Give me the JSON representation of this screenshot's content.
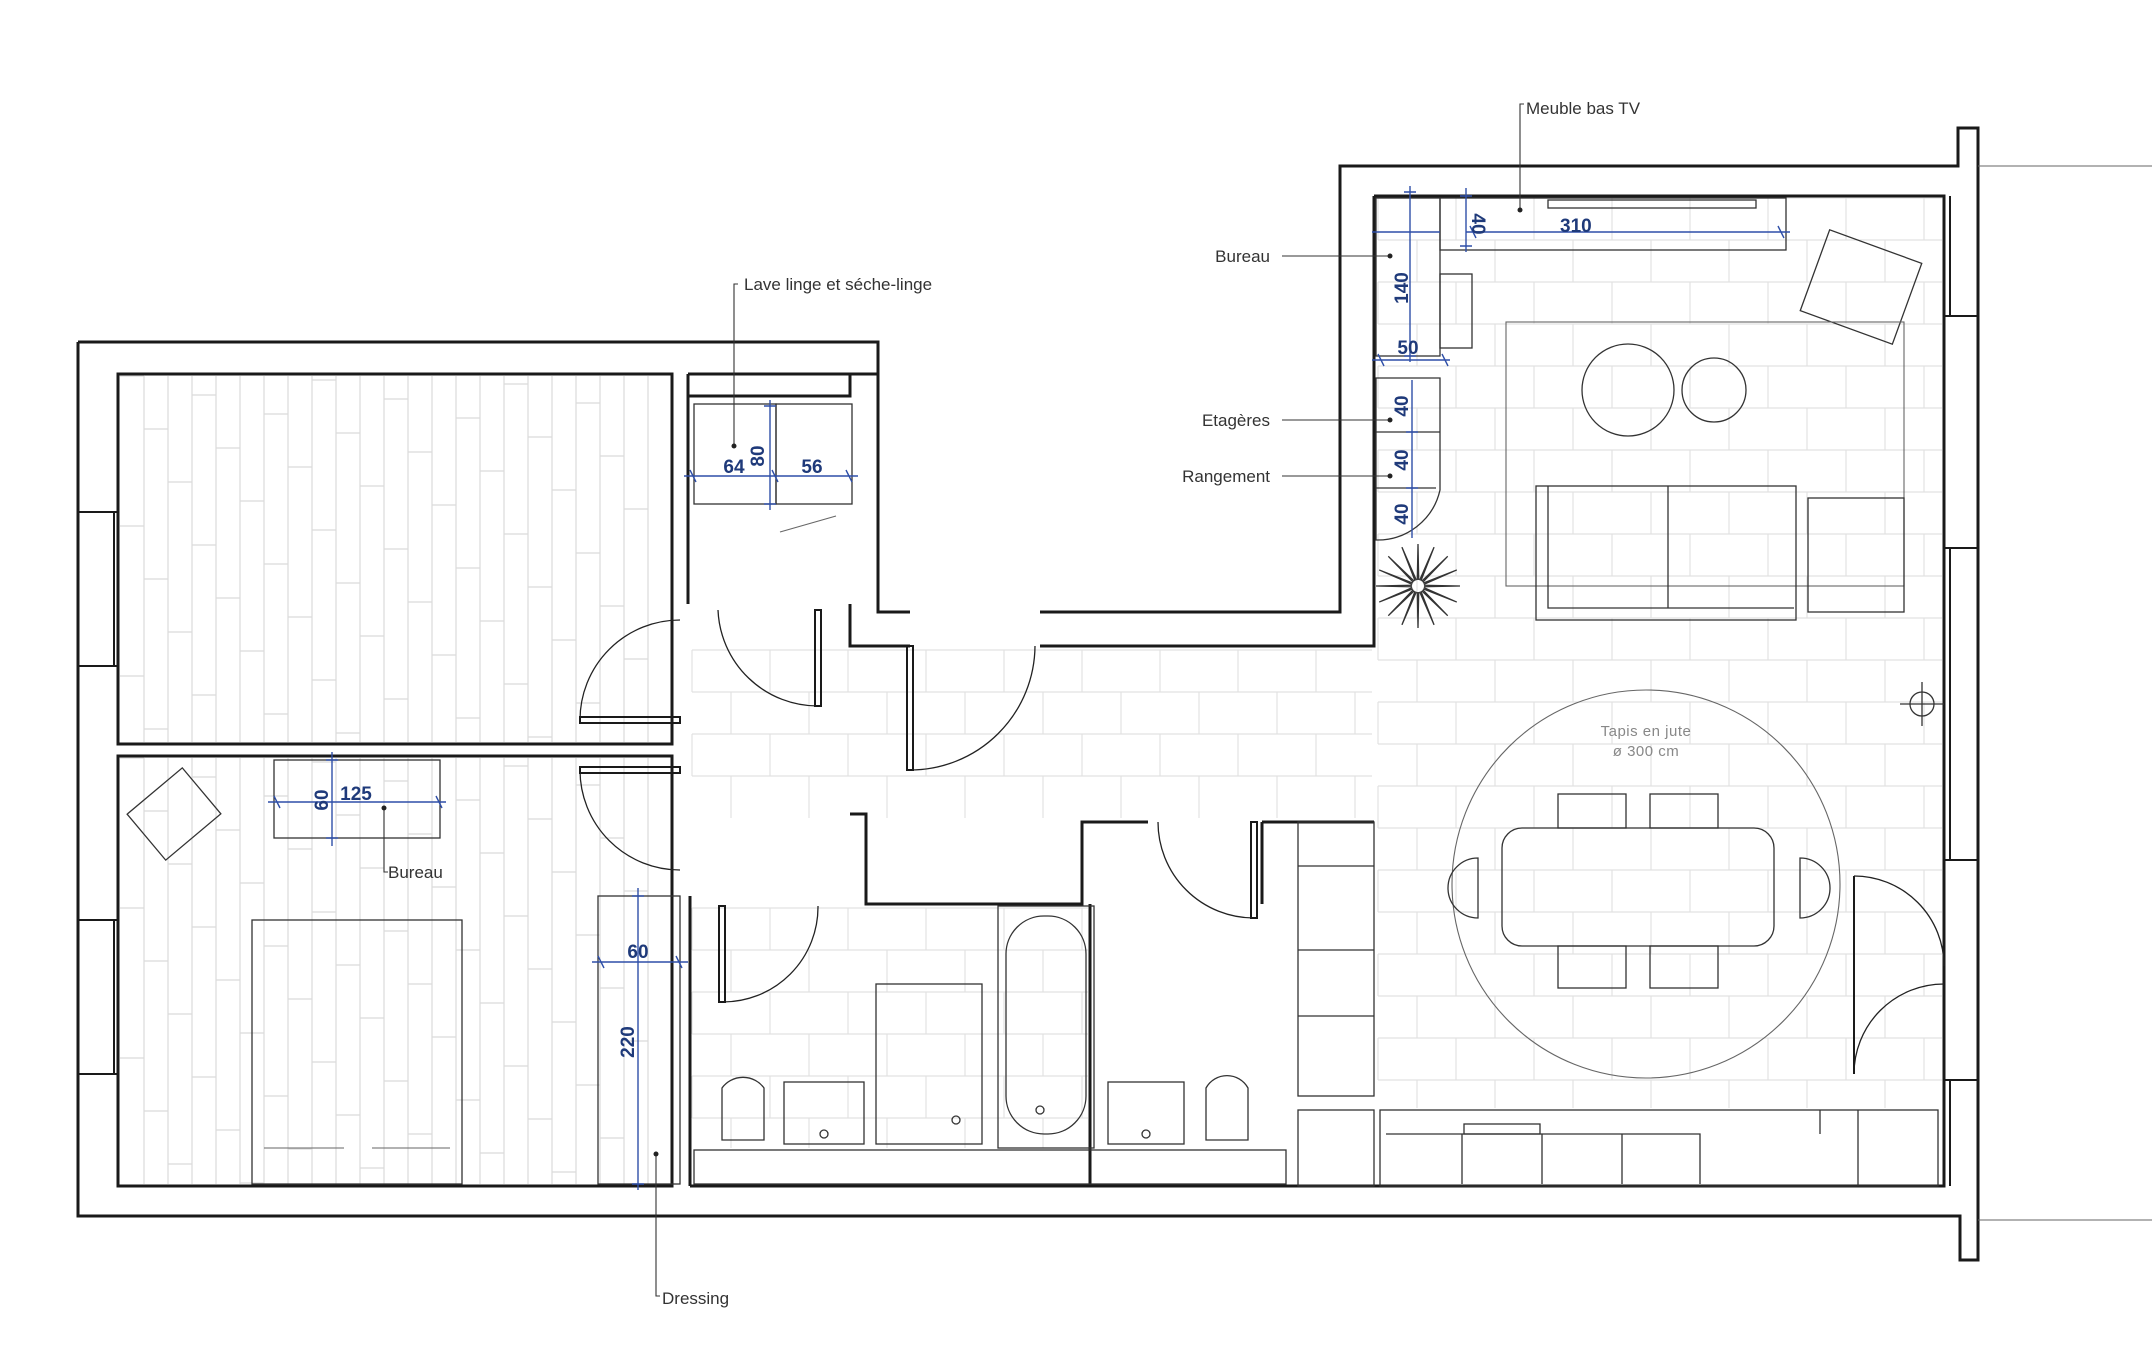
{
  "labels": {
    "meuble_tv": "Meuble bas TV",
    "bureau_living": "Bureau",
    "lave_linge": "Lave linge et séche-linge",
    "etageres": "Etagères",
    "rangement": "Rangement",
    "bureau_chambre": "Bureau",
    "dressing": "Dressing",
    "tapis_line1": "Tapis en jute",
    "tapis_line2": "ø 300 cm"
  },
  "dimensions": {
    "tv_depth": "40",
    "tv_length": "310",
    "desk_length": "140",
    "desk_depth": "50",
    "shelf_1": "40",
    "shelf_2": "40",
    "shelf_3": "40",
    "washer_width": "64",
    "washer_depth": "80",
    "dryer_width": "56",
    "bedroom_desk_depth": "60",
    "bedroom_desk_length": "125",
    "dressing_depth": "60",
    "dressing_length": "220"
  },
  "colors": {
    "dimension": "#2f4fa8",
    "wall": "#1a1a1a",
    "furniture": "#333333"
  }
}
